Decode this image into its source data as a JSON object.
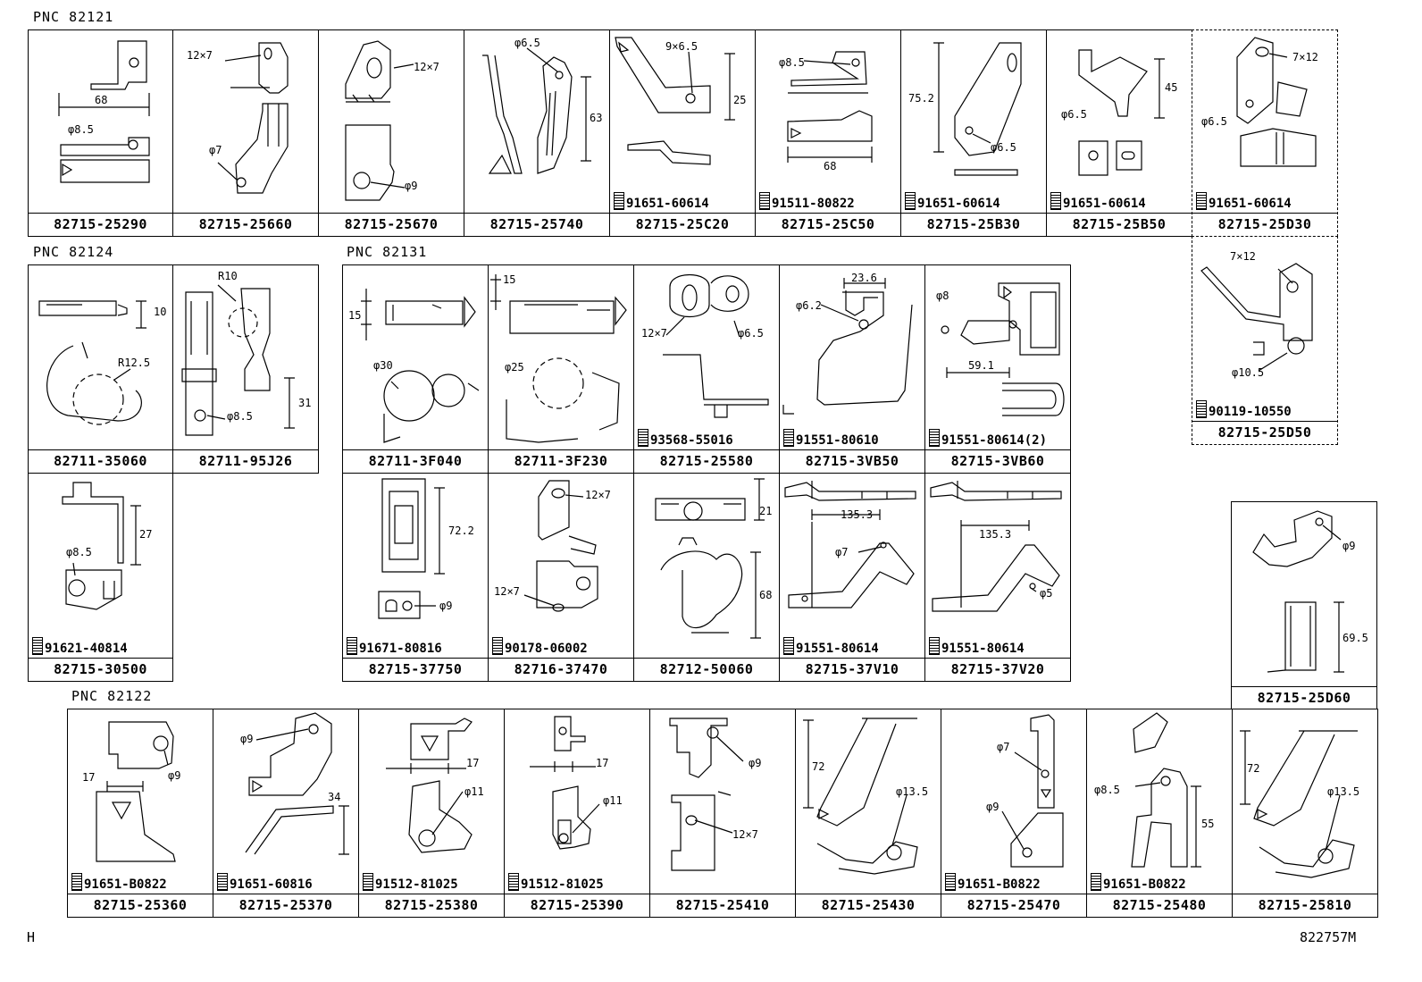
{
  "groups": [
    {
      "label": "PNC 82121"
    },
    {
      "label": "PNC 82124"
    },
    {
      "label": "PNC 82131"
    },
    {
      "label": "PNC 82122"
    }
  ],
  "cells": [
    {
      "pn": "82715-25290",
      "dims": [
        "68",
        "φ8.5"
      ],
      "fastener": ""
    },
    {
      "pn": "82715-25660",
      "dims": [
        "12×7",
        "φ7"
      ],
      "fastener": ""
    },
    {
      "pn": "82715-25670",
      "dims": [
        "12×7",
        "φ9"
      ],
      "fastener": ""
    },
    {
      "pn": "82715-25740",
      "dims": [
        "φ6.5",
        "63"
      ],
      "fastener": ""
    },
    {
      "pn": "82715-25C20",
      "dims": [
        "9×6.5",
        "25"
      ],
      "fastener": "91651-60614"
    },
    {
      "pn": "82715-25C50",
      "dims": [
        "φ8.5",
        "68"
      ],
      "fastener": "91511-80822"
    },
    {
      "pn": "82715-25B30",
      "dims": [
        "75.2",
        "φ6.5"
      ],
      "fastener": "91651-60614"
    },
    {
      "pn": "82715-25B50",
      "dims": [
        "45",
        "φ6.5"
      ],
      "fastener": "91651-60614"
    },
    {
      "pn": "82715-25D30",
      "dims": [
        "7×12",
        "φ6.5"
      ],
      "fastener": "91651-60614"
    },
    {
      "pn": "82711-35060",
      "dims": [
        "10",
        "R12.5"
      ],
      "fastener": ""
    },
    {
      "pn": "82711-95J26",
      "dims": [
        "R10",
        "φ8.5",
        "31"
      ],
      "fastener": ""
    },
    {
      "pn": "82711-3F040",
      "dims": [
        "15",
        "φ30"
      ],
      "fastener": ""
    },
    {
      "pn": "82711-3F230",
      "dims": [
        "15",
        "φ25"
      ],
      "fastener": ""
    },
    {
      "pn": "82715-25580",
      "dims": [
        "12×7",
        "φ6.5"
      ],
      "fastener": "93568-55016"
    },
    {
      "pn": "82715-3VB50",
      "dims": [
        "23.6",
        "φ6.2"
      ],
      "fastener": "91551-80610"
    },
    {
      "pn": "82715-3VB60",
      "dims": [
        "φ8",
        "59.1"
      ],
      "fastener": "91551-80614(2)"
    },
    {
      "pn": "82715-25D50",
      "dims": [
        "7×12",
        "φ10.5"
      ],
      "fastener": "90119-10550"
    },
    {
      "pn": "82715-30500",
      "dims": [
        "27",
        "φ8.5"
      ],
      "fastener": "91621-40814"
    },
    {
      "pn": "82715-37750",
      "dims": [
        "72.2",
        "φ9"
      ],
      "fastener": "91671-80816"
    },
    {
      "pn": "82716-37470",
      "dims": [
        "12×7",
        "12×7"
      ],
      "fastener": "90178-06002"
    },
    {
      "pn": "82712-50060",
      "dims": [
        "21",
        "68"
      ],
      "fastener": ""
    },
    {
      "pn": "82715-37V10",
      "dims": [
        "135.3",
        "φ7"
      ],
      "fastener": "91551-80614"
    },
    {
      "pn": "82715-37V20",
      "dims": [
        "135.3",
        "φ5"
      ],
      "fastener": "91551-80614"
    },
    {
      "pn": "82715-25D60",
      "dims": [
        "φ9",
        "69.5"
      ],
      "fastener": ""
    },
    {
      "pn": "82715-25360",
      "dims": [
        "17",
        "φ9"
      ],
      "fastener": "91651-B0822"
    },
    {
      "pn": "82715-25370",
      "dims": [
        "φ9",
        "34"
      ],
      "fastener": "91651-60816"
    },
    {
      "pn": "82715-25380",
      "dims": [
        "17",
        "φ11"
      ],
      "fastener": "91512-81025"
    },
    {
      "pn": "82715-25390",
      "dims": [
        "17",
        "φ11"
      ],
      "fastener": "91512-81025"
    },
    {
      "pn": "82715-25410",
      "dims": [
        "φ9",
        "12×7"
      ],
      "fastener": ""
    },
    {
      "pn": "82715-25430",
      "dims": [
        "72",
        "φ13.5"
      ],
      "fastener": ""
    },
    {
      "pn": "82715-25470",
      "dims": [
        "φ7",
        "φ9"
      ],
      "fastener": "91651-B0822"
    },
    {
      "pn": "82715-25480",
      "dims": [
        "φ8.5",
        "55"
      ],
      "fastener": "91651-B0822"
    },
    {
      "pn": "82715-25810",
      "dims": [
        "72",
        "φ13.5"
      ],
      "fastener": ""
    }
  ],
  "footer": {
    "left": "H",
    "right": "822757M"
  }
}
